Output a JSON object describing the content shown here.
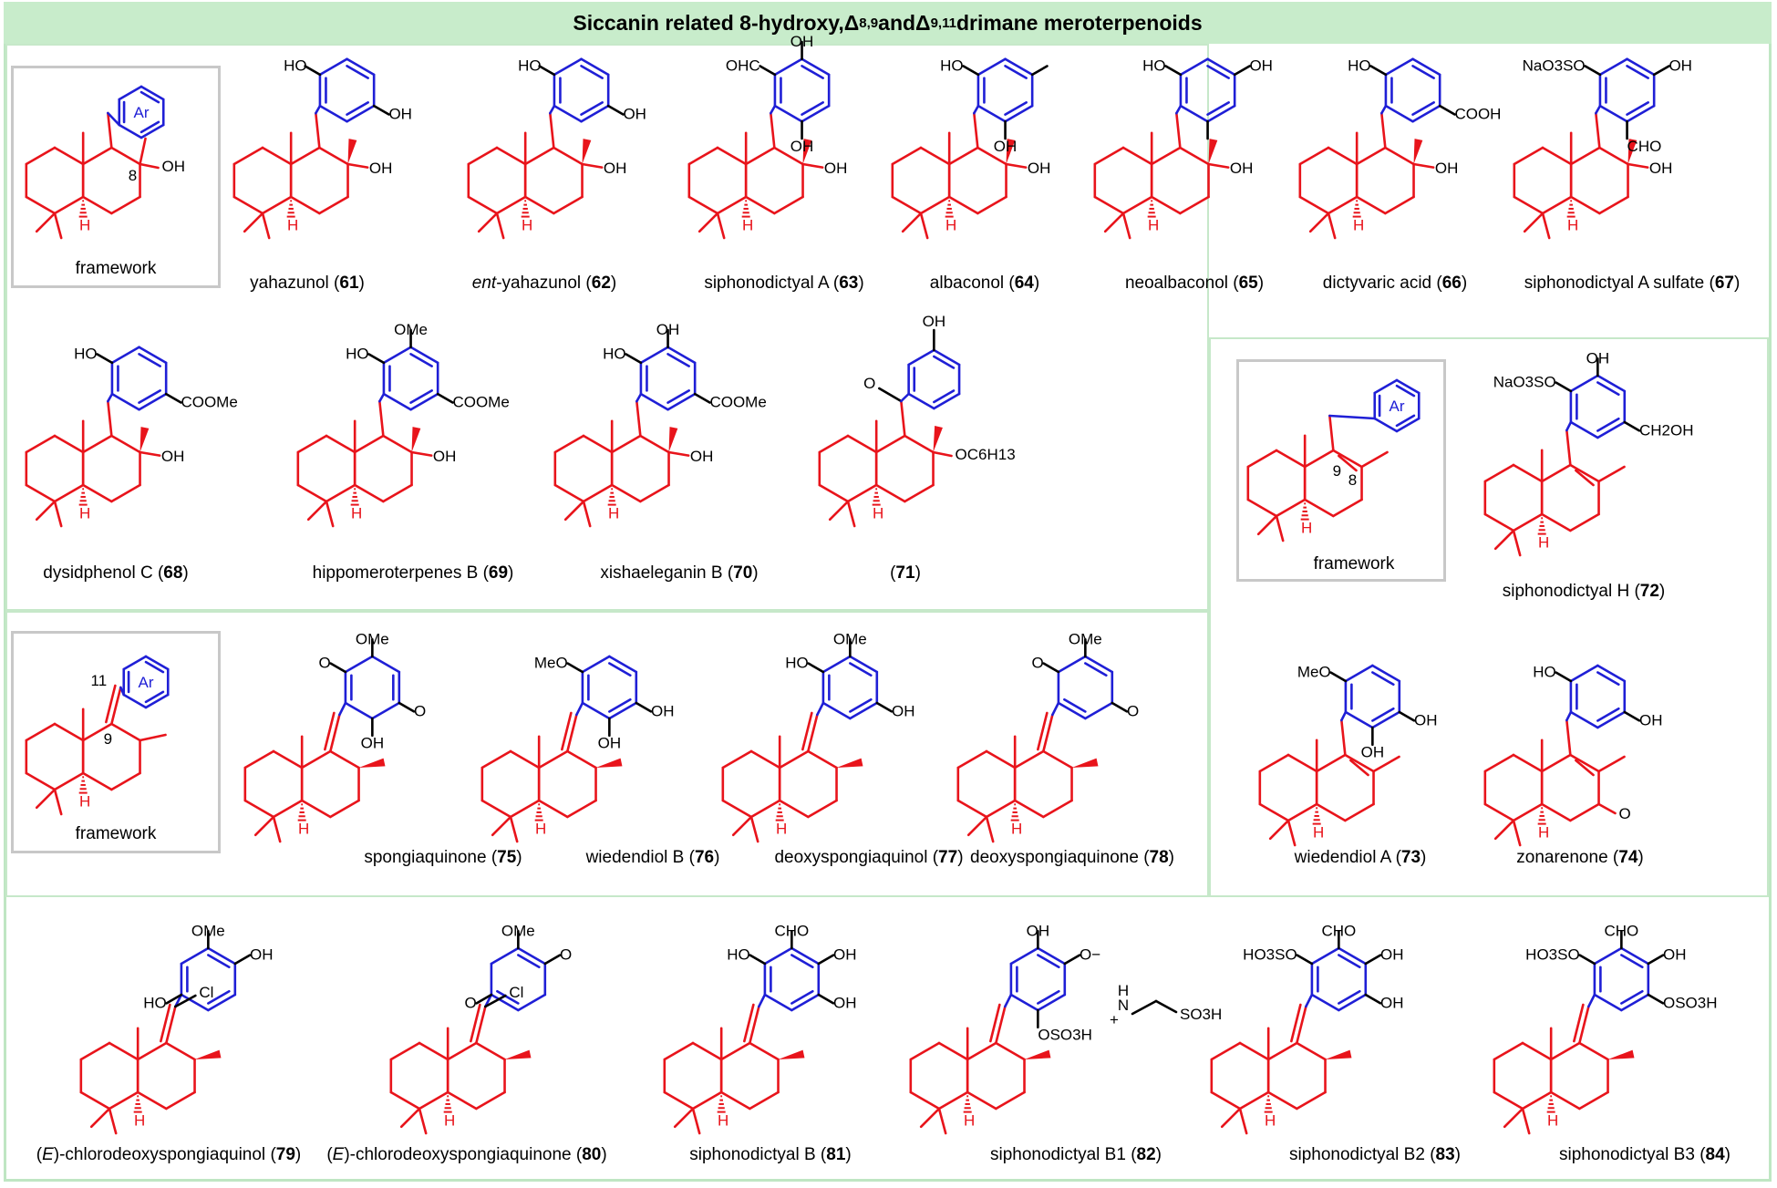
{
  "title": {
    "prefix": "Siccanin related 8-hydroxy, ",
    "delta": "Δ",
    "sup1": "8,9",
    "mid": " and ",
    "sup2": "9,11",
    "suffix": " drimane meroterpenoids"
  },
  "frameworks": [
    {
      "label": "framework",
      "ar": "Ar",
      "locant": "8",
      "oh": "OH"
    },
    {
      "label": "framework",
      "ar": "Ar",
      "locant_a": "9",
      "locant_b": "8"
    },
    {
      "label": "framework",
      "ar": "Ar",
      "locant_a": "11",
      "locant_b": "9"
    }
  ],
  "compounds": [
    {
      "id": "61",
      "pre": "",
      "italic": "",
      "name": "yahazunol ",
      "num": "61"
    },
    {
      "id": "62",
      "pre": "",
      "italic": "ent",
      "name": "-yahazunol ",
      "num": "62"
    },
    {
      "id": "63",
      "pre": "",
      "italic": "",
      "name": "siphonodictyal A ",
      "num": "63"
    },
    {
      "id": "64",
      "pre": "",
      "italic": "",
      "name": "albaconol ",
      "num": "64"
    },
    {
      "id": "65",
      "pre": "",
      "italic": "",
      "name": "neoalbaconol ",
      "num": "65"
    },
    {
      "id": "66",
      "pre": "",
      "italic": "",
      "name": "dictyvaric acid ",
      "num": "66"
    },
    {
      "id": "67",
      "pre": "",
      "italic": "",
      "name": "siphonodictyal A sulfate ",
      "num": "67"
    },
    {
      "id": "68",
      "pre": "",
      "italic": "",
      "name": "dysidphenol C ",
      "num": "68"
    },
    {
      "id": "69",
      "pre": "",
      "italic": "",
      "name": "hippomeroterpenes B ",
      "num": "69"
    },
    {
      "id": "70",
      "pre": "",
      "italic": "",
      "name": "xishaeleganin B ",
      "num": "70"
    },
    {
      "id": "71",
      "pre": "",
      "italic": "",
      "name": "",
      "num": "71"
    },
    {
      "id": "72",
      "pre": "",
      "italic": "",
      "name": "siphonodictyal H ",
      "num": "72"
    },
    {
      "id": "73",
      "pre": "",
      "italic": "",
      "name": "wiedendiol A  ",
      "num": "73"
    },
    {
      "id": "74",
      "pre": "",
      "italic": "",
      "name": "zonarenone ",
      "num": "74"
    },
    {
      "id": "75",
      "pre": "",
      "italic": "",
      "name": "spongiaquinone ",
      "num": "75"
    },
    {
      "id": "76",
      "pre": "",
      "italic": "",
      "name": "wiedendiol B ",
      "num": "76"
    },
    {
      "id": "77",
      "pre": "",
      "italic": "",
      "name": "deoxyspongiaquinol ",
      "num": "77"
    },
    {
      "id": "78",
      "pre": "",
      "italic": "",
      "name": "deoxyspongiaquinone ",
      "num": "78"
    },
    {
      "id": "79",
      "pre": "(",
      "italic": "E",
      "name": ")-chlorodeoxyspongiaquinol ",
      "num": "79"
    },
    {
      "id": "80",
      "pre": "(",
      "italic": "E",
      "name": ")-chlorodeoxyspongiaquinone ",
      "num": "80"
    },
    {
      "id": "81",
      "pre": "",
      "italic": "",
      "name": "siphonodictyal B ",
      "num": "81"
    },
    {
      "id": "82",
      "pre": "",
      "italic": "",
      "name": "siphonodictyal B1 ",
      "num": "82"
    },
    {
      "id": "83",
      "pre": "",
      "italic": "",
      "name": "siphonodictyal B2 ",
      "num": "83"
    },
    {
      "id": "84",
      "pre": "",
      "italic": "",
      "name": "siphonodictyal B3 ",
      "num": "84"
    }
  ],
  "substituents": {
    "ho": "HO",
    "oh": "OH",
    "ohc": "OHC",
    "cho": "CHO",
    "cooh": "COOH",
    "coome": "COOMe",
    "ome": "OMe",
    "meo": "MeO",
    "cl": "Cl",
    "h": "H",
    "naso3o": "NaO3SO",
    "ch2oh": "CH2OH",
    "oc6h13": "OC6H13",
    "oso3h": "OSO3H",
    "ho3so": "HO3SO",
    "so3h": "SO3H",
    "nh": "H",
    "n": "N",
    "minus": "−",
    "plus": "+",
    "o": "O"
  },
  "colors": {
    "terpene": "#e8141b",
    "aryl": "#1f1fd6",
    "panel_border": "#c6e8c9",
    "title_bg": "#c8eccb",
    "frame_border": "#c8c8c8"
  }
}
